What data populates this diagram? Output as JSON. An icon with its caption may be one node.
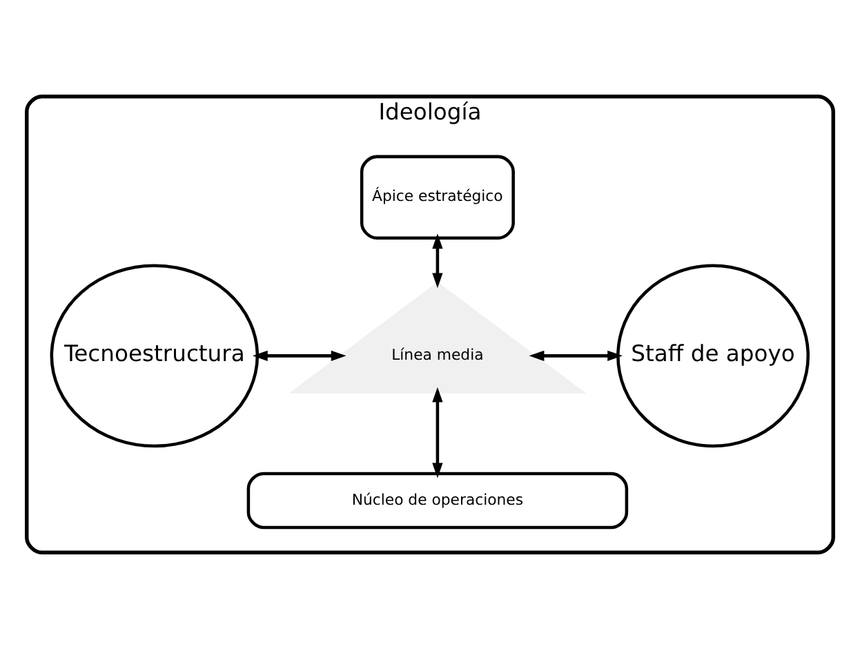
{
  "diagram": {
    "nodes": [
      {
        "text": [
          "Ideología"
        ]
      },
      {
        "text": [
          "Ápice estratégico"
        ],
        "in": 0
      },
      {
        "text": [
          "Tecnoestructura"
        ],
        "in": 0
      },
      {
        "text": [
          "Línea media"
        ],
        "in": 0
      },
      {
        "text": [
          "Staff de apoyo"
        ],
        "in": 0
      },
      {
        "text": [
          "Núcleo de operaciones"
        ],
        "in": 0
      }
    ],
    "edges": [
      {
        "from": 1,
        "to": 3,
        "arrow": "both"
      },
      {
        "from": 2,
        "to": 3,
        "arrow": "both"
      },
      {
        "from": 3,
        "to": 4,
        "arrow": "both"
      },
      {
        "from": 3,
        "to": 5,
        "arrow": "both"
      }
    ]
  }
}
